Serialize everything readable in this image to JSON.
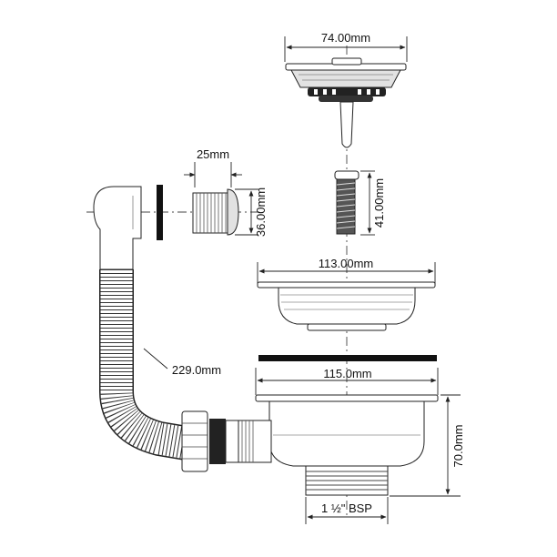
{
  "dimensions": {
    "basket_top_width": "74.00mm",
    "gasket_width": "25mm",
    "gasket_height": "36.00mm",
    "screw_height": "41.00mm",
    "flange_width": "113.00mm",
    "hose_length": "229.0mm",
    "body_width": "115.0mm",
    "body_height": "70.0mm",
    "thread_size": "1 ½\" BSP"
  }
}
